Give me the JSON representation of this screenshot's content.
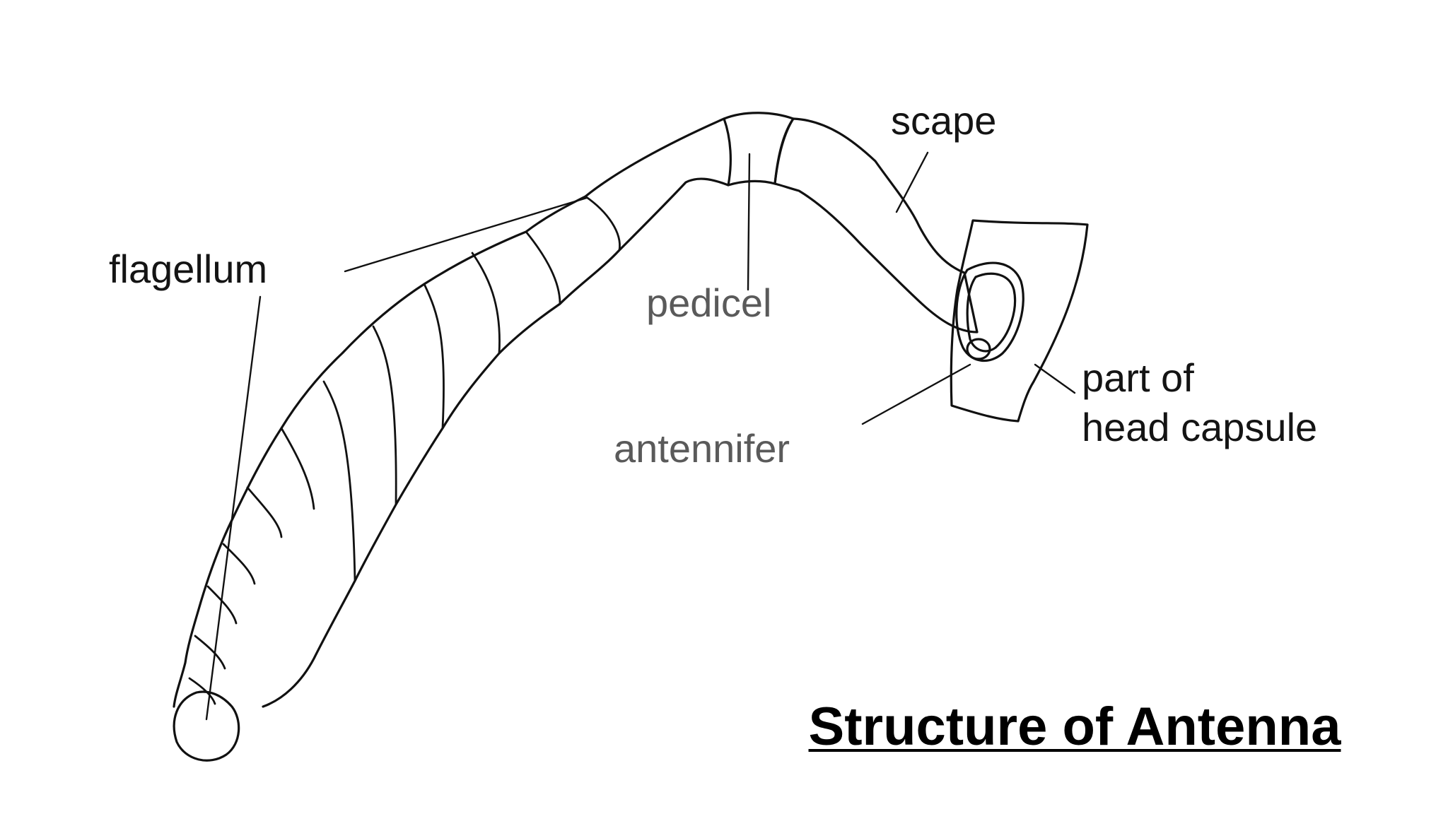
{
  "title": "Structure of Antenna",
  "labels": {
    "flagellum": "flagellum",
    "scape": "scape",
    "pedicel": "pedicel",
    "antennifer": "antennifer",
    "head_capsule_line1": "part of",
    "head_capsule_line2": "head capsule"
  }
}
